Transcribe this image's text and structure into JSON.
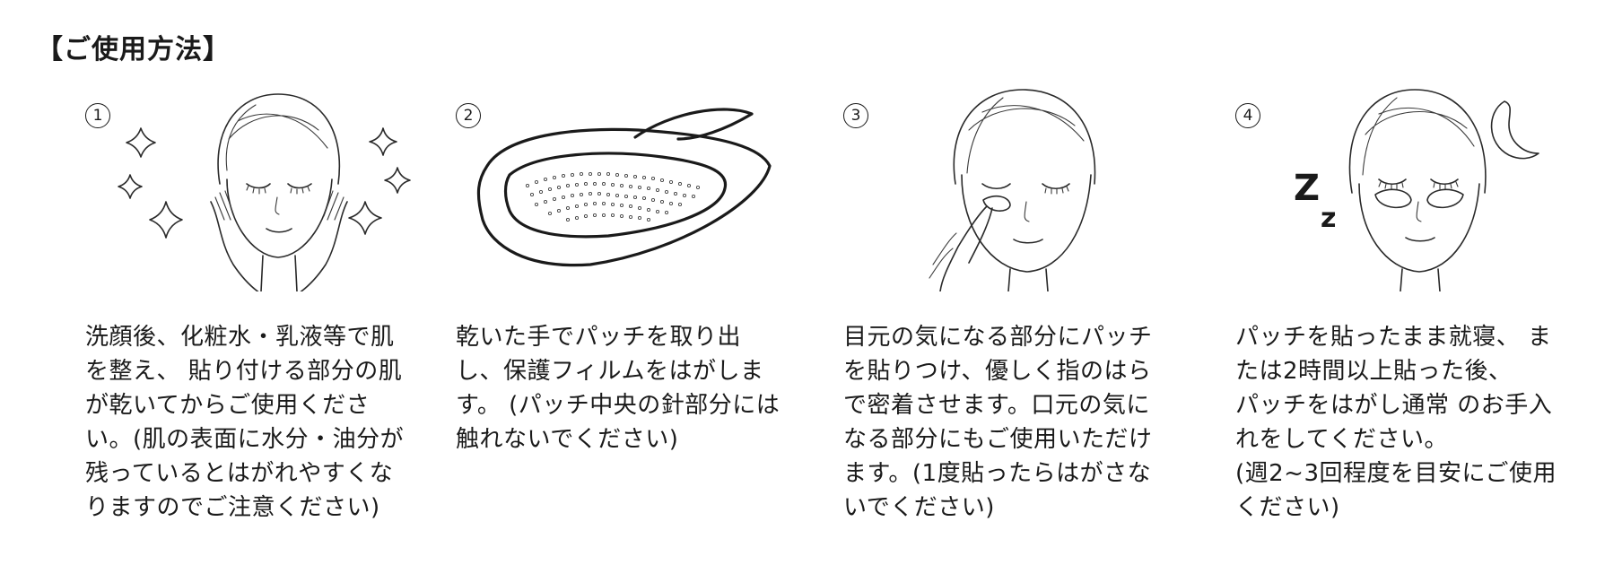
{
  "title": "【ご使用方法】",
  "steps": [
    {
      "number": "1",
      "text": "洗顔後、化粧水・乳液等で肌\nを整え、 貼り付ける部分の肌\nが乾いてからご使用くださ\nい。(肌の表面に水分・油分が\n残っているとはがれやすくな\nりますのでご注意ください)",
      "illustration": "face-hands-sparkles"
    },
    {
      "number": "2",
      "text": "乾いた手でパッチを取り出\nし、保護フィルムをはがしま\nす。 (パッチ中央の針部分には\n触れないでください)",
      "illustration": "patch-peel"
    },
    {
      "number": "3",
      "text": "目元の気になる部分にパッチ\nを貼りつけ、優しく指のはら\nで密着させます。口元の気に\nなる部分にもご使用いただけ\nます。(1度貼ったらはがさな\nいでください)",
      "illustration": "face-applying-patch"
    },
    {
      "number": "4",
      "text": "パッチを貼ったまま就寝、 ま\nたは2時間以上貼った後、\nパッチをはがし通常 のお手入\nれをしてください。\n(週2~3回程度を目安にご使用\nください)",
      "illustration": "face-sleeping-patches",
      "sleep_mark": [
        "Z",
        "z"
      ]
    }
  ]
}
